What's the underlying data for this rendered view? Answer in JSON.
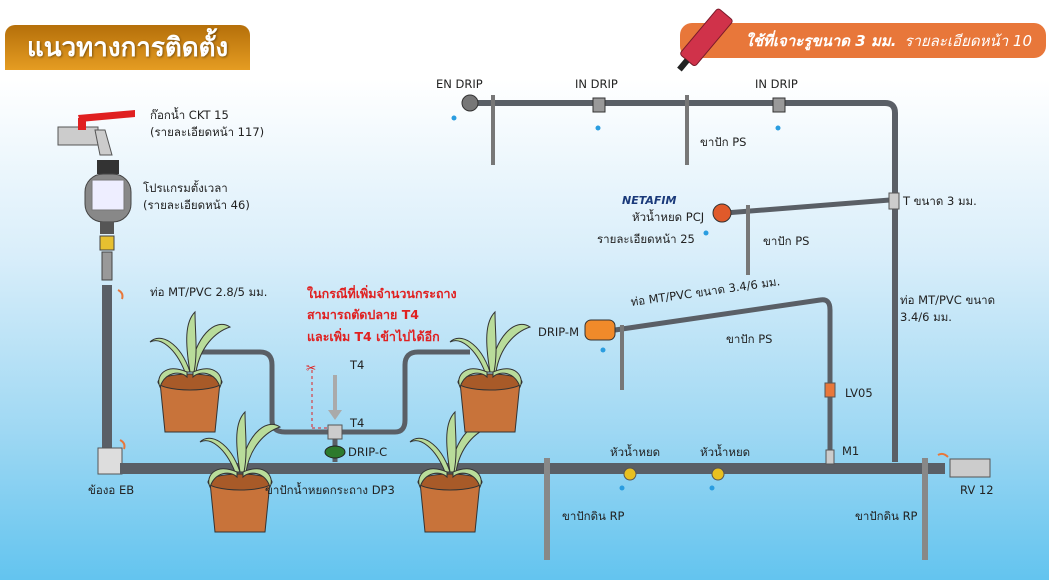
{
  "header": {
    "title": "แนวทางการติดตั้ง"
  },
  "banner": {
    "bold_text": "ใช้ที่เจาะรูขนาด 3 มม.",
    "text": "รายละเอียดหน้า 10"
  },
  "labels": {
    "faucet_name": "ก๊อกน้ำ CKT 15",
    "faucet_page": "(รายละเอียดหน้า 117)",
    "timer_name": "โปรแกรมตั้งเวลา",
    "timer_page": "(รายละเอียดหน้า 46)",
    "pipe_main": "ท่อ MT/PVC 2.8/5 มม.",
    "elbow": "ข้องอ EB",
    "en_drip": "EN DRIP",
    "in_drip_1": "IN DRIP",
    "in_drip_2": "IN DRIP",
    "stake_ps_1": "ขาปัก PS",
    "netafim_logo": "NETAFIM",
    "pcj_name": "หัวน้ำหยด PCJ",
    "pcj_page": "รายละเอียดหน้า 25",
    "stake_ps_2": "ขาปัก PS",
    "tee": "T ขนาด 3 มม.",
    "pipe_side": "ท่อ MT/PVC ขนาด 3.4/6 มม.",
    "pipe_right_1": "ท่อ MT/PVC ขนาด",
    "pipe_right_2": "3.4/6 มม.",
    "drip_m": "DRIP-M",
    "stake_ps_3": "ขาปัก PS",
    "lv05": "LV05",
    "m1": "M1",
    "note_1": "ในกรณีที่เพิ่มจำนวนกระถาง",
    "note_2": "สามารถตัดปลาย T4",
    "note_3": "และเพิ่ม T4 เข้าไปได้อีก",
    "t4_top": "T4",
    "t4_bottom": "T4",
    "drip_c": "DRIP-C",
    "dp3": "ขาปักน้ำหยดกระถาง DP3",
    "dripper_1": "หัวน้ำหยด",
    "dripper_2": "หัวน้ำหยด",
    "rp_1": "ขาปักดิน RP",
    "rp_2": "ขาปักดิน RP",
    "rv12": "RV 12"
  },
  "colors": {
    "header": "#d98c18",
    "banner": "#e8773a",
    "pipe": "#5a5f66",
    "note": "#e02020",
    "pot": "#c8733a",
    "leaf": "#b9dc9a"
  }
}
